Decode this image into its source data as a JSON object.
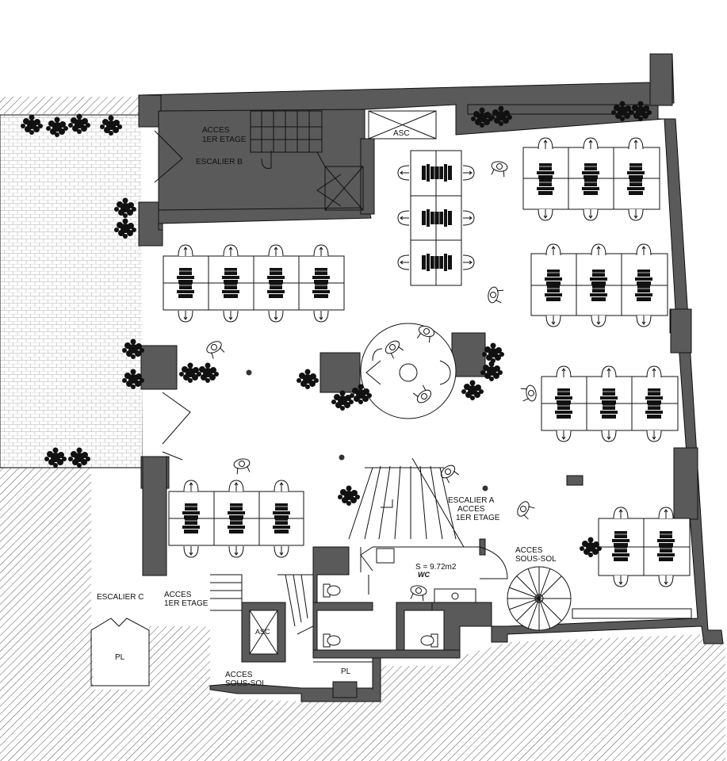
{
  "labels": {
    "acces_1er_etage_b": [
      "ACCES",
      "1ER ETAGE"
    ],
    "escalier_b": "ESCALIER B",
    "asc_top": "ASC",
    "escalier_a": [
      "ESCALIER A",
      "ACCES",
      "1ER ETAGE"
    ],
    "acces_sous_sol_right": [
      "ACCES",
      "SOUS-SOL"
    ],
    "surface": "S = 9.72m2",
    "wc": "WC",
    "escalier_c": "ESCALIER C",
    "acces_1er_etage_c": [
      "ACCES",
      "1ER ETAGE"
    ],
    "asc_bottom": "ASC",
    "acces_sous_sol_bottom": [
      "ACCES",
      "SOUS-SOL"
    ],
    "pl_left": "PL",
    "pl_center": "PL"
  },
  "colors": {
    "wall": "#5a5a5a",
    "line": "#111111",
    "hatch": "#555555",
    "paving": "#c8c8c8",
    "plant": "#111111"
  }
}
